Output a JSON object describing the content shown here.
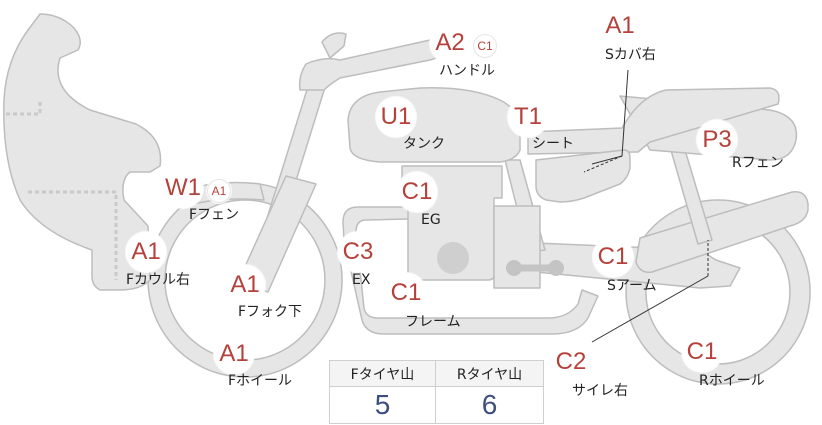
{
  "colors": {
    "part_fill": "#e6e6e6",
    "part_stroke": "#bdbdbd",
    "grade_text": "#b5413b",
    "value_text": "#3d4f7e"
  },
  "parts": [
    {
      "id": "handle",
      "grade": "A2",
      "extra_grade": "C1",
      "label": "ハンドル"
    },
    {
      "id": "side-cover-right",
      "grade": "A1",
      "label": "Sカバ右"
    },
    {
      "id": "tank",
      "grade": "U1",
      "label": "タンク"
    },
    {
      "id": "seat",
      "grade": "T1",
      "label": "シート"
    },
    {
      "id": "rear-fender",
      "grade": "P3",
      "label": "Rフェン"
    },
    {
      "id": "front-fender",
      "grade": "W1",
      "extra_grade": "A1",
      "label": "Fフェン"
    },
    {
      "id": "engine",
      "grade": "C1",
      "label": "EG"
    },
    {
      "id": "front-cowl-right",
      "grade": "A1",
      "label": "Fカウル右"
    },
    {
      "id": "exhaust",
      "grade": "C3",
      "label": "EX"
    },
    {
      "id": "swing-arm",
      "grade": "C1",
      "label": "Sアーム"
    },
    {
      "id": "front-fork-lower",
      "grade": "A1",
      "label": "Fフォク下"
    },
    {
      "id": "frame",
      "grade": "C1",
      "label": "フレーム"
    },
    {
      "id": "front-wheel",
      "grade": "A1",
      "label": "Fホイール"
    },
    {
      "id": "muffler-right",
      "grade": "C2",
      "label": "サイレ右"
    },
    {
      "id": "rear-wheel",
      "grade": "C1",
      "label": "Rホイール"
    }
  ],
  "tires": {
    "front": {
      "label": "Fタイヤ山",
      "value": "5"
    },
    "rear": {
      "label": "Rタイヤ山",
      "value": "6"
    }
  }
}
